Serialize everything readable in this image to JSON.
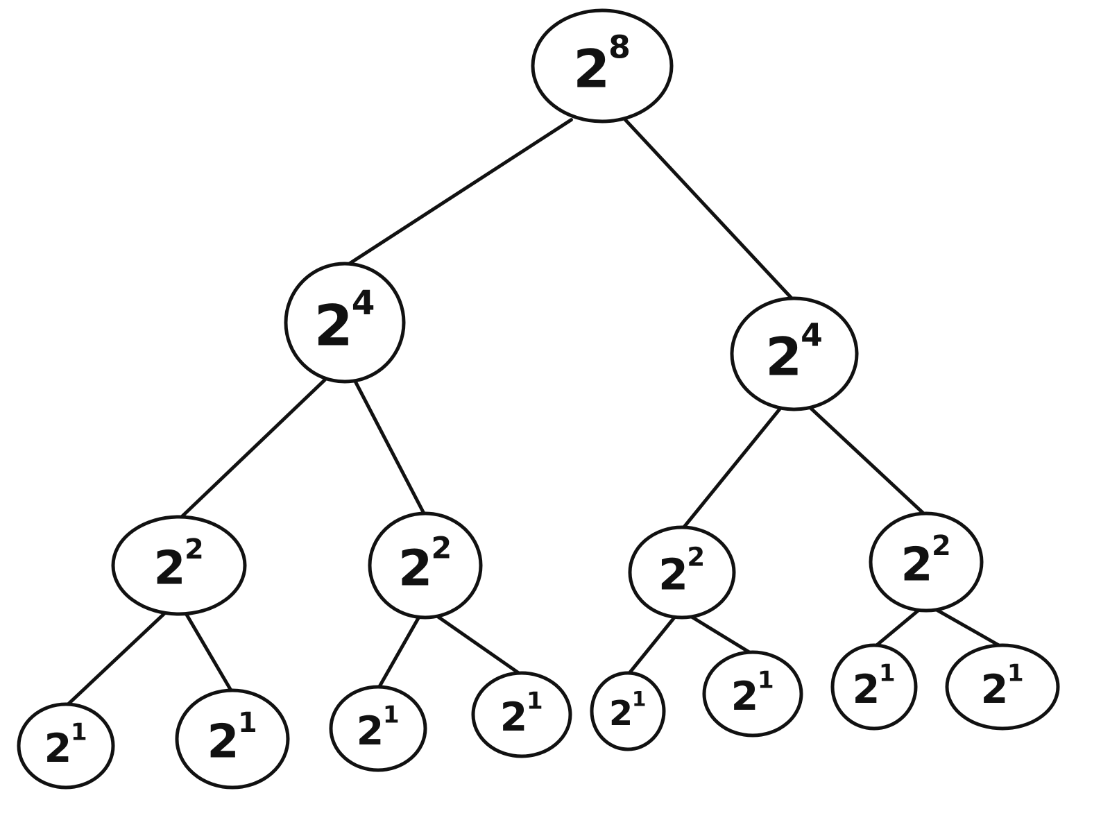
{
  "diagram": {
    "type": "binary-tree",
    "nodes": [
      {
        "id": "n0",
        "base": "2",
        "exponent": "8",
        "level": 0
      },
      {
        "id": "n1",
        "base": "2",
        "exponent": "4",
        "level": 1
      },
      {
        "id": "n2",
        "base": "2",
        "exponent": "4",
        "level": 1
      },
      {
        "id": "n3",
        "base": "2",
        "exponent": "2",
        "level": 2
      },
      {
        "id": "n4",
        "base": "2",
        "exponent": "2",
        "level": 2
      },
      {
        "id": "n5",
        "base": "2",
        "exponent": "2",
        "level": 2
      },
      {
        "id": "n6",
        "base": "2",
        "exponent": "2",
        "level": 2
      },
      {
        "id": "n7",
        "base": "2",
        "exponent": "1",
        "level": 3
      },
      {
        "id": "n8",
        "base": "2",
        "exponent": "1",
        "level": 3
      },
      {
        "id": "n9",
        "base": "2",
        "exponent": "1",
        "level": 3
      },
      {
        "id": "n10",
        "base": "2",
        "exponent": "1",
        "level": 3
      },
      {
        "id": "n11",
        "base": "2",
        "exponent": "1",
        "level": 3
      },
      {
        "id": "n12",
        "base": "2",
        "exponent": "1",
        "level": 3
      },
      {
        "id": "n13",
        "base": "2",
        "exponent": "1",
        "level": 3
      },
      {
        "id": "n14",
        "base": "2",
        "exponent": "1",
        "level": 3
      }
    ],
    "edges": [
      [
        "n0",
        "n1"
      ],
      [
        "n0",
        "n2"
      ],
      [
        "n1",
        "n3"
      ],
      [
        "n1",
        "n4"
      ],
      [
        "n2",
        "n5"
      ],
      [
        "n2",
        "n6"
      ],
      [
        "n3",
        "n7"
      ],
      [
        "n3",
        "n8"
      ],
      [
        "n4",
        "n9"
      ],
      [
        "n4",
        "n10"
      ],
      [
        "n5",
        "n11"
      ],
      [
        "n5",
        "n12"
      ],
      [
        "n6",
        "n13"
      ],
      [
        "n6",
        "n14"
      ]
    ]
  }
}
